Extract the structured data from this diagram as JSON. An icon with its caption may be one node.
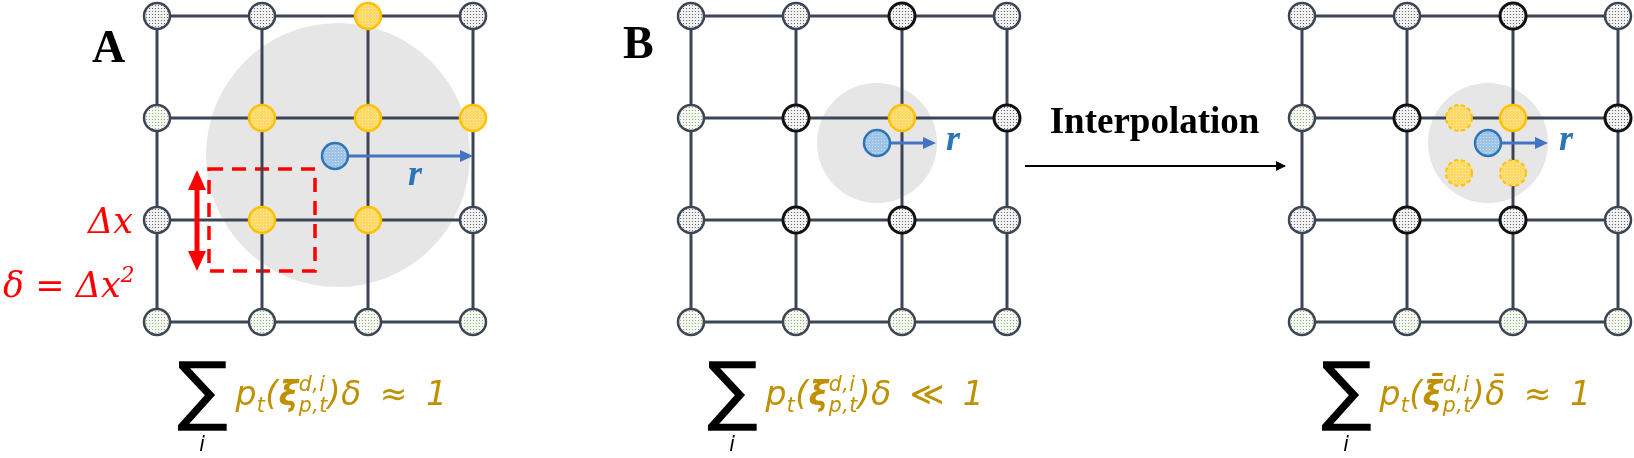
{
  "diagram": {
    "nodes": [
      {
        "text": [],
        "shape": "picture",
        "beside": [
          "∑$_{i}$ p$_{t}$(**ξ**$^{d,i}$$_{p,t}$)δ ≈ 1"
        ]
      },
      {
        "text": [],
        "shape": "picture",
        "beside": [
          "∑$_{i}$ p$_{t}$(**ξ**$^{d,i}$$_{p,t}$)δ ≪ 1"
        ]
      },
      {
        "text": [],
        "shape": "picture",
        "beside": [
          "∑$_{i}$ p$_{t}$(**ξ̄**$^{d,i}$$_{p,t}$)δ̄ ≈ 1"
        ]
      }
    ],
    "edges": [
      {
        "from": 1,
        "to": 2,
        "arrow": "to",
        "label": "Interpolation"
      }
    ],
    "labels": [
      "A",
      "r",
      "Δx",
      "δ = Δx$^{2}$",
      "B",
      "r",
      "r"
    ]
  }
}
